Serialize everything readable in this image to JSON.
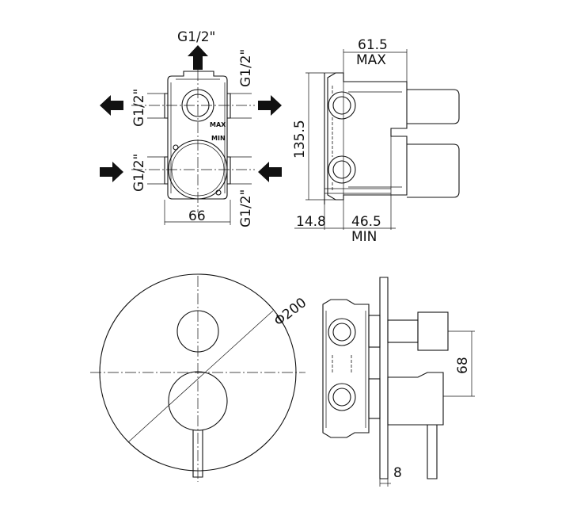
{
  "top_front": {
    "outlet_top": "G1/2\"",
    "left_upper": "G1/2\"",
    "left_lower": "G1/2\"",
    "right_upper": "G1/2\"",
    "right_lower": "G1/2\"",
    "marker_max": "MAX",
    "marker_min": "MIN",
    "width": "66"
  },
  "top_side": {
    "depth_max_value": "61.5",
    "depth_max_tag": "MAX",
    "height": "135.5",
    "wall": "14.8",
    "depth_min_value": "46.5",
    "depth_min_tag": "MIN"
  },
  "bottom_front": {
    "diameter": "Φ200"
  },
  "bottom_side": {
    "spacing": "68",
    "plate": "8"
  }
}
